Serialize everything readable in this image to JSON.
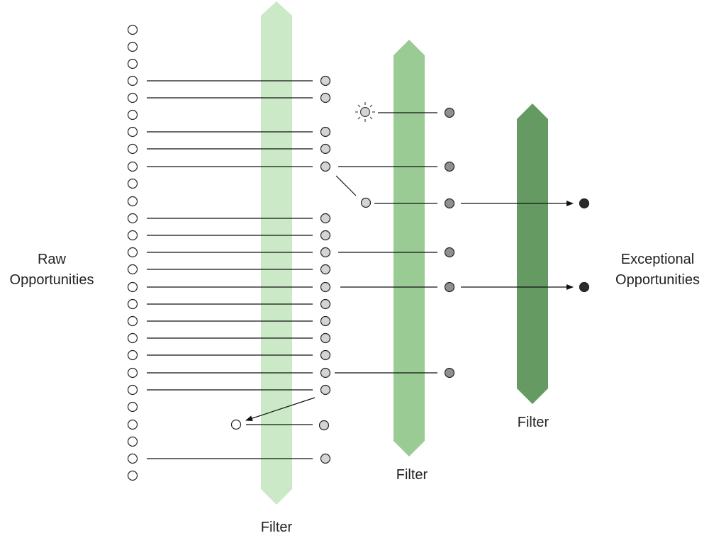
{
  "labels": {
    "raw_line1": "Raw",
    "raw_line2": "Opportunities",
    "exceptional_line1": "Exceptional",
    "exceptional_line2": "Opportunities",
    "filter1": "Filter",
    "filter2": "Filter",
    "filter3": "Filter"
  },
  "colors": {
    "filter1": "#cbe9c6",
    "filter2": "#9acb95",
    "filter3": "#659b63",
    "stage1_dot": "#d4d4d4",
    "stage2_dot": "#8f8f8f",
    "final_dot": "#2b2b2b"
  },
  "icons": {
    "idea": "sun-burst-icon"
  }
}
